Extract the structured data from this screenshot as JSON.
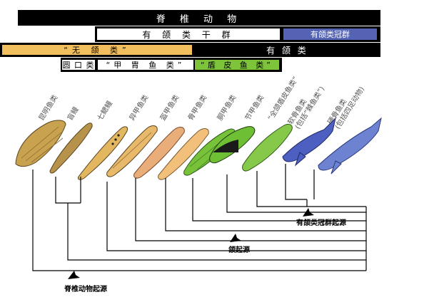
{
  "bands": {
    "vertebrata": "脊 椎 动 物",
    "gnathostomata_group": "有 颌 类 干 群",
    "gnathostomata_crown": "有颌类冠群",
    "agnatha": "“无 颌 类”",
    "gnathostomata": "有 颌 类",
    "cyclostomata": "圆 口 类",
    "ostracoderms": "“甲 胄 鱼 类”",
    "placoderms": "“盾 皮 鱼 类”"
  },
  "taxa": [
    "昆明鱼类",
    "盲鳗",
    "七鳃鳗",
    "异甲鱼类",
    "盔甲鱼类",
    "骨甲鱼类",
    "胴甲鱼类",
    "节甲鱼类",
    "“全颌盾皮鱼类”",
    "软骨鱼类\n(包括“棘鱼类”)",
    "硬骨鱼类\n(包括四足动物)"
  ],
  "annotations": {
    "vertebrate_origin": "脊椎动物起源",
    "jaw_origin": "颌起源",
    "crown_origin": "有颌类冠群起源"
  },
  "colors": {
    "agnatha": "#f2bf5e",
    "placoderm": "#7dc43a",
    "crown": "#5463b3"
  }
}
